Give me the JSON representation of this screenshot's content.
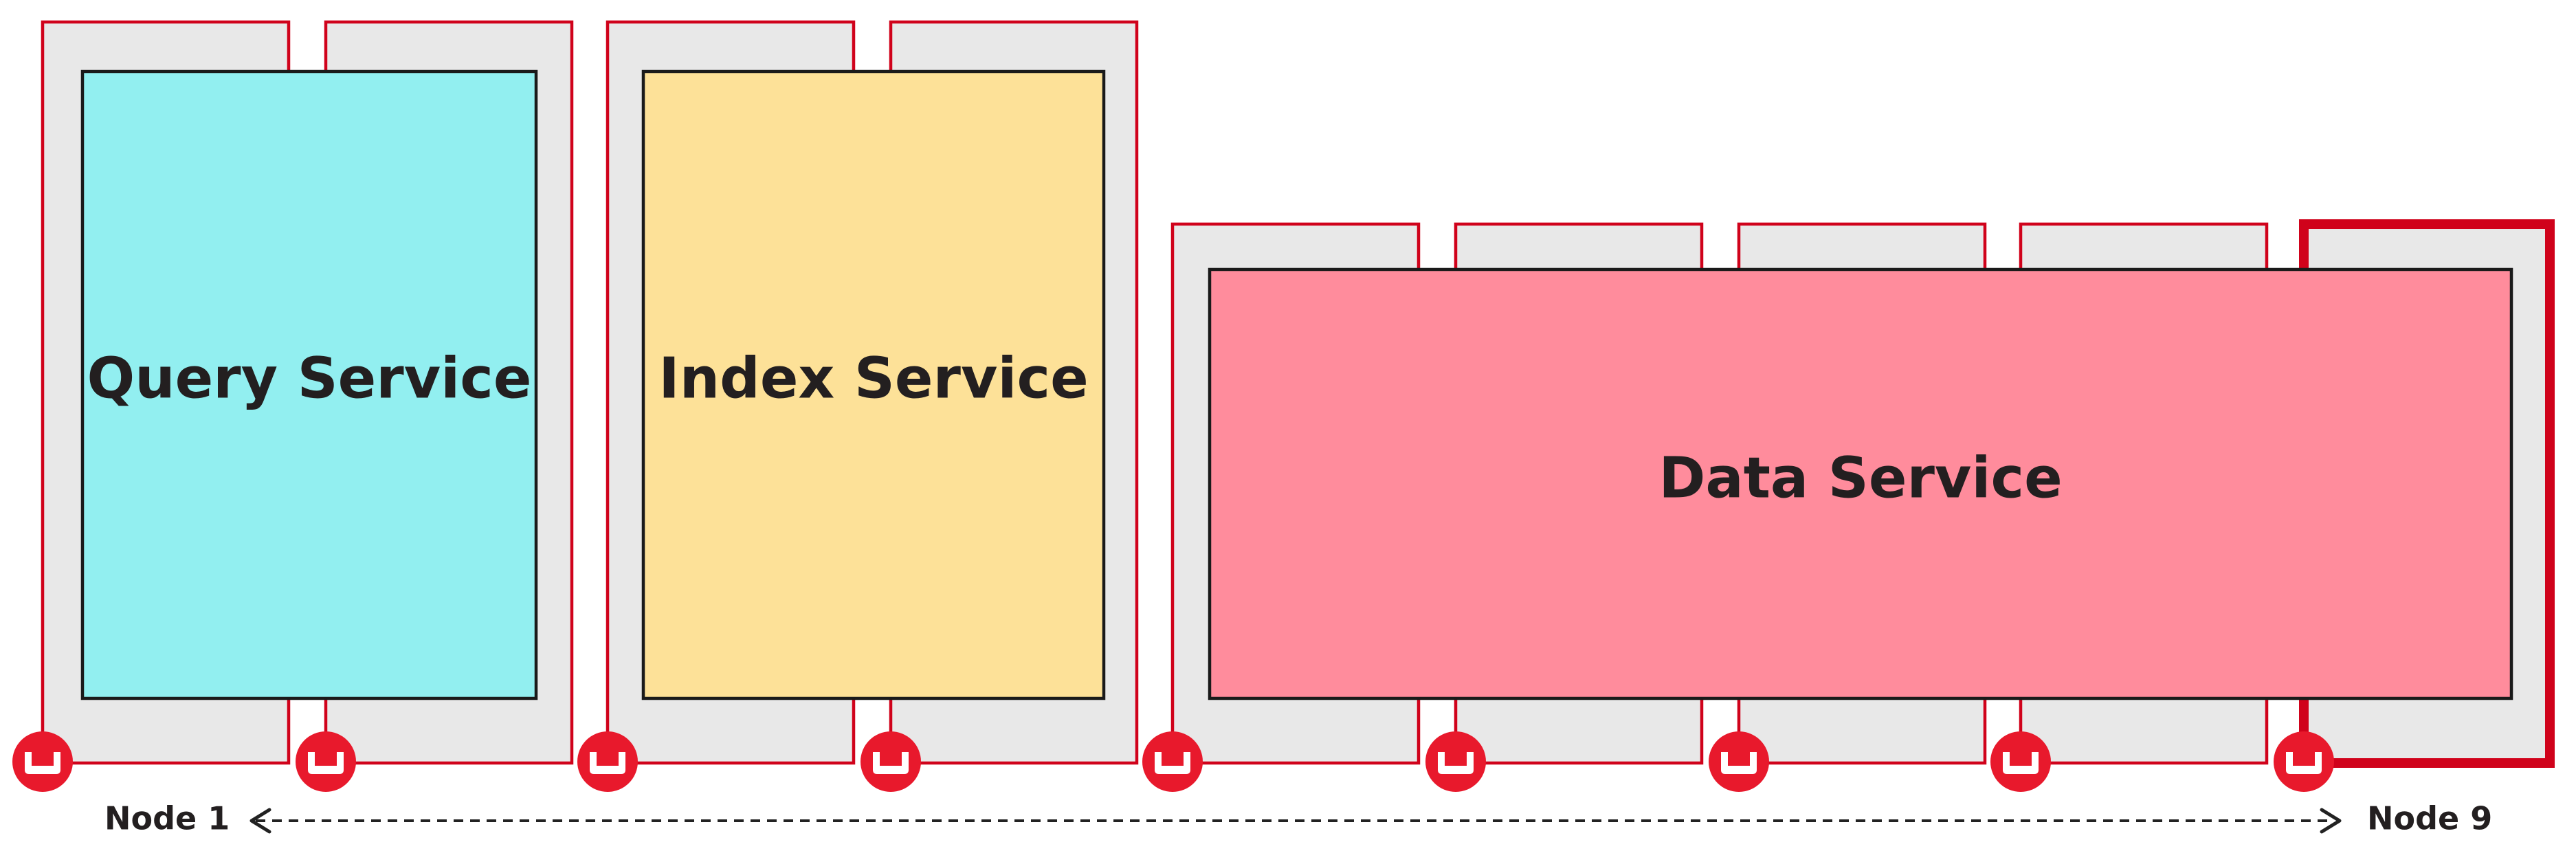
{
  "colors": {
    "node_border": "#d0021b",
    "node_fill": "#e8e8e8",
    "query_fill": "#92eff0",
    "index_fill": "#fde198",
    "data_fill": "#ff8c9c",
    "badge": "#e8192c"
  },
  "services": {
    "query": {
      "label": "Query Service"
    },
    "index": {
      "label": "Index Service"
    },
    "data": {
      "label": "Data Service"
    }
  },
  "nodes": {
    "first_label": "Node 1",
    "last_label": "Node 9",
    "count": 9,
    "badge_icon": "couchbase-logo-icon"
  }
}
